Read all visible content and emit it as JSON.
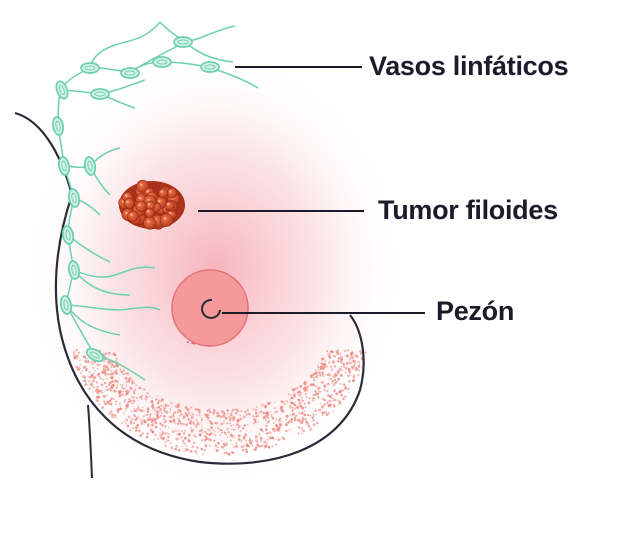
{
  "labels": {
    "lymph": "Vasos linfáticos",
    "tumor": "Tumor filoides",
    "nipple": "Pezón"
  },
  "colors": {
    "outline": "#2a2c3a",
    "lymph": "#6fd0b0",
    "tumor": "#d9532e",
    "nipple": "#f08a8a",
    "glow": "#f7c4c8",
    "dots": "#eb8a80"
  }
}
